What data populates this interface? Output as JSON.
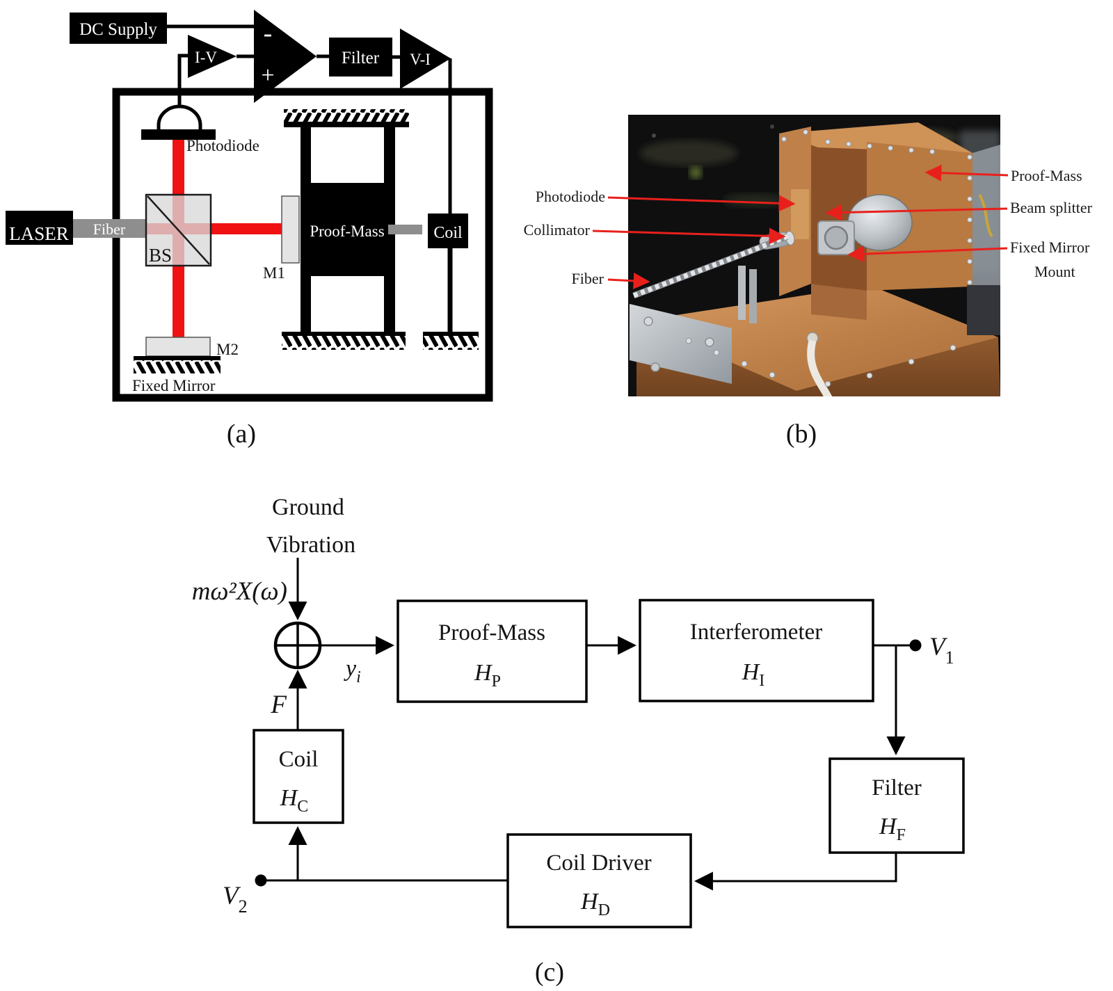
{
  "figure": {
    "caption_a": "(a)",
    "caption_b": "(b)",
    "caption_c": "(c)"
  },
  "colors": {
    "beam_red": "#f01212",
    "callout_red": "#e8201c",
    "copper": "#b5763f",
    "block_black": "#000000"
  },
  "panel_a": {
    "dc_supply": "DC Supply",
    "iv_amp": "I-V",
    "opamp_minus": "-",
    "opamp_plus": "+",
    "filter": "Filter",
    "vi_amp": "V-I",
    "photodiode": "Photodiode",
    "laser": "LASER",
    "fiber": "Fiber",
    "beam_splitter": "BS",
    "mirror1": "M1",
    "mirror2": "M2",
    "fixed_mirror": "Fixed Mirror",
    "proof_mass": "Proof-Mass",
    "coil": "Coil"
  },
  "panel_b": {
    "labels": {
      "photodiode": "Photodiode",
      "collimator": "Collimator",
      "fiber": "Fiber",
      "proof_mass": "Proof-Mass",
      "beam_splitter": "Beam splitter",
      "fixed_mirror_line1": "Fixed Mirror",
      "fixed_mirror_line2": "Mount"
    }
  },
  "panel_c": {
    "ground_line1": "Ground",
    "ground_line2": "Vibration",
    "input_expr": "mω²X(ω)",
    "force": "F",
    "yi_sym": "y",
    "yi_sub": "i",
    "v1_sym": "V",
    "v1_sub": "1",
    "v2_sym": "V",
    "v2_sub": "2",
    "blocks": {
      "proof_mass": {
        "title": "Proof-Mass",
        "sym": "H",
        "sub": "P"
      },
      "interferometer": {
        "title": "Interferometer",
        "sym": "H",
        "sub": "I"
      },
      "filter": {
        "title": "Filter",
        "sym": "H",
        "sub": "F"
      },
      "coil_driver": {
        "title": "Coil Driver",
        "sym": "H",
        "sub": "D"
      },
      "coil": {
        "title": "Coil",
        "sym": "H",
        "sub": "C"
      }
    }
  }
}
